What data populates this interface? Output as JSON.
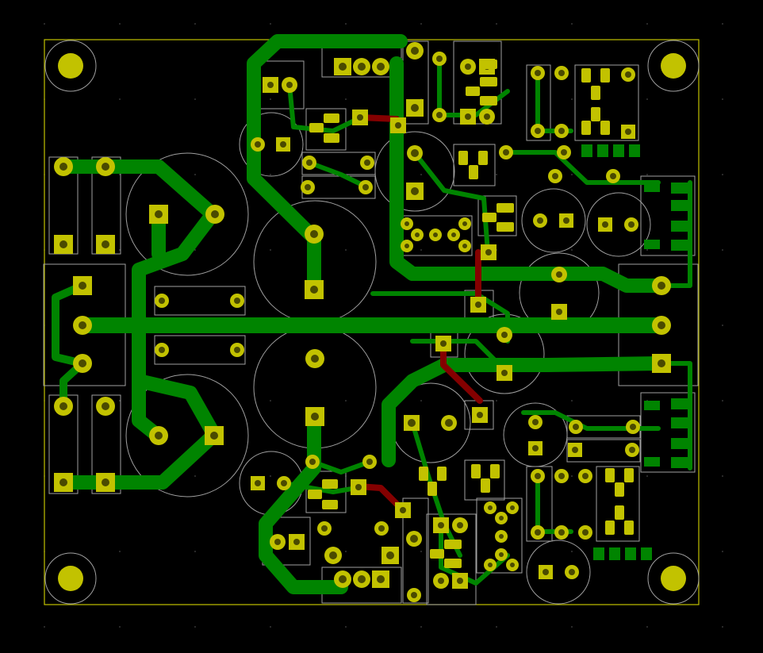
{
  "colors": {
    "background": "#000000",
    "trace": "#008400",
    "top_trace": "#840000",
    "pad": "#C2C200",
    "hole": "#4A4A00",
    "silk": "#A0A0A0",
    "edge": "#C2C200",
    "grid": "#5A5A5A"
  },
  "icons": {
    "pad_round": "circle",
    "pad_square": "square",
    "mounting_hole": "circle-ring",
    "smd_pad": "rectangle"
  },
  "layers": [
    "bottom-copper",
    "top-copper",
    "silkscreen",
    "board-edge"
  ]
}
